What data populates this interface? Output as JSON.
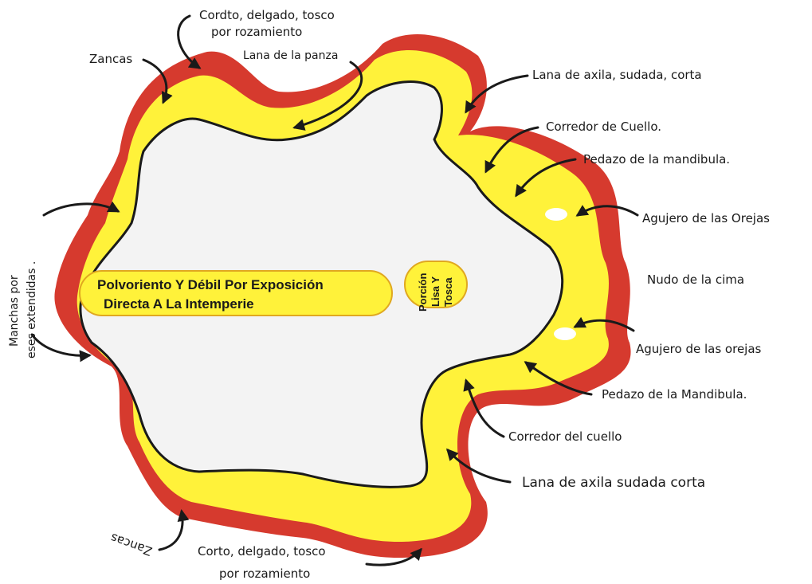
{
  "colors": {
    "outer": "#d63a2e",
    "middle": "#fff23a",
    "inner": "#f3f3f3",
    "outline": "#1a1a1a"
  },
  "labels": {
    "cordto_line1": "Cordto, delgado, tosco",
    "cordto_line2": "por rozamiento",
    "zancas_top": "Zancas",
    "lana_panza": "Lana de la panza",
    "lana_axila_top": "Lana de axila, sudada, corta",
    "corredor_cuello_top": "Corredor de Cuello.",
    "pedazo_mandibula_top": "Pedazo de la mandibula.",
    "agujero_orejas_top": "Agujero de las Orejas",
    "nudo_cima": "Nudo de la cima",
    "agujero_orejas_bottom": "Agujero de las orejas",
    "pedazo_mandibula_bottom": "Pedazo de la Mandibula.",
    "corredor_cuello_bottom": "Corredor del cuello",
    "lana_axila_bottom": "Lana de axila sudada corta",
    "corto_line1": "Corto, delgado, tosco",
    "corto_line2": "por rozamiento",
    "zancas_bottom": "Zancas",
    "manchas_line1": "Manchas por",
    "manchas_line2": "eses extendidas ."
  },
  "center": {
    "polvoriento_line1": "Polvoriento Y Débil Por Exposición",
    "polvoriento_line2": "Directa A La Intemperie",
    "porcion_line1": "Porción",
    "porcion_line2": "Lisa Y",
    "porcion_line3": "Tosca"
  }
}
